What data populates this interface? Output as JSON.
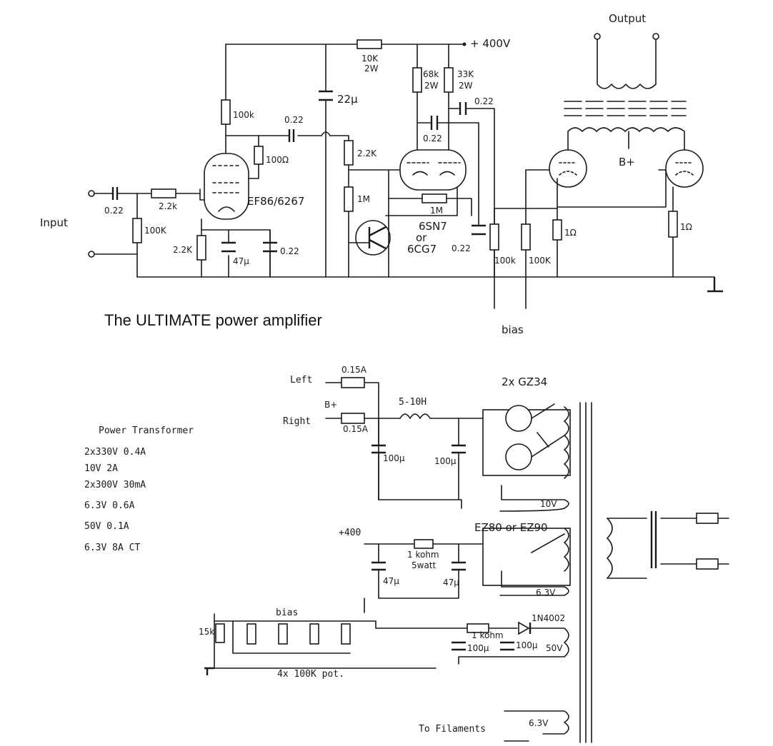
{
  "title": "The ULTIMATE power amplifier",
  "amp": {
    "input": "Input",
    "supply": "+ 400V",
    "output": "Output",
    "b_plus": "B+",
    "bias": "bias",
    "c_in": "0.22",
    "r_grid": "2.2k",
    "r_in": "100K",
    "r_plate1": "100k",
    "c_couple1": "0.22",
    "r_screen": "100Ω",
    "tube1": "EF86/6267",
    "r_cath1": "2.2K",
    "c_cath1": "47μ",
    "c_cath1b": "0.22",
    "c_res": "22μ",
    "r_drop_a": "10K",
    "r_drop_b": "2W",
    "r_pl_a1": "68k",
    "r_pl_a2": "2W",
    "r_pl_b1": "33K",
    "r_pl_b2": "2W",
    "c_pi_a": "0.22",
    "c_pi_b": "0.22",
    "r_pi_grid": "2.2K",
    "r_pi_1m": "1M",
    "r_pi_fb": "1M",
    "tube2_a": "6SN7",
    "tube2_b": "or",
    "tube2_c": "6CG7",
    "c_out_a": "0.22",
    "r_bias_a": "100k",
    "r_bias_b": "100K",
    "r_k_a": "1Ω",
    "r_k_b": "1Ω"
  },
  "psu": {
    "pt_title": "Power Transformer",
    "pt_lines": [
      "2x330V  0.4A",
      "10V    2A",
      "2x300V  30mA",
      "6.3V   0.6A",
      "50V  0.1A",
      "6.3V  8A  CT"
    ],
    "left": "Left",
    "right": "Right",
    "fuse_l": "0.15A",
    "fuse_r": "0.15A",
    "b_plus": "B+",
    "choke": "5-10H",
    "rect1": "2x GZ34",
    "c1": "100μ",
    "c2": "100μ",
    "w10v": "10V",
    "plus400": "+400",
    "r_1k": "1 kohm",
    "r_1k_b": "5watt",
    "rect2": "EZ80 or EZ90",
    "c3": "47μ",
    "c4": "47μ",
    "w63a": "6.3V",
    "bias": "bias",
    "r15k": "15k",
    "pots": "4x 100K pot.",
    "r_1k2": "1 kohm",
    "diode": "1N4002",
    "c5": "100μ",
    "c6": "100μ",
    "w50v": "50V",
    "filaments": "To Filaments",
    "w63b": "6.3V"
  }
}
